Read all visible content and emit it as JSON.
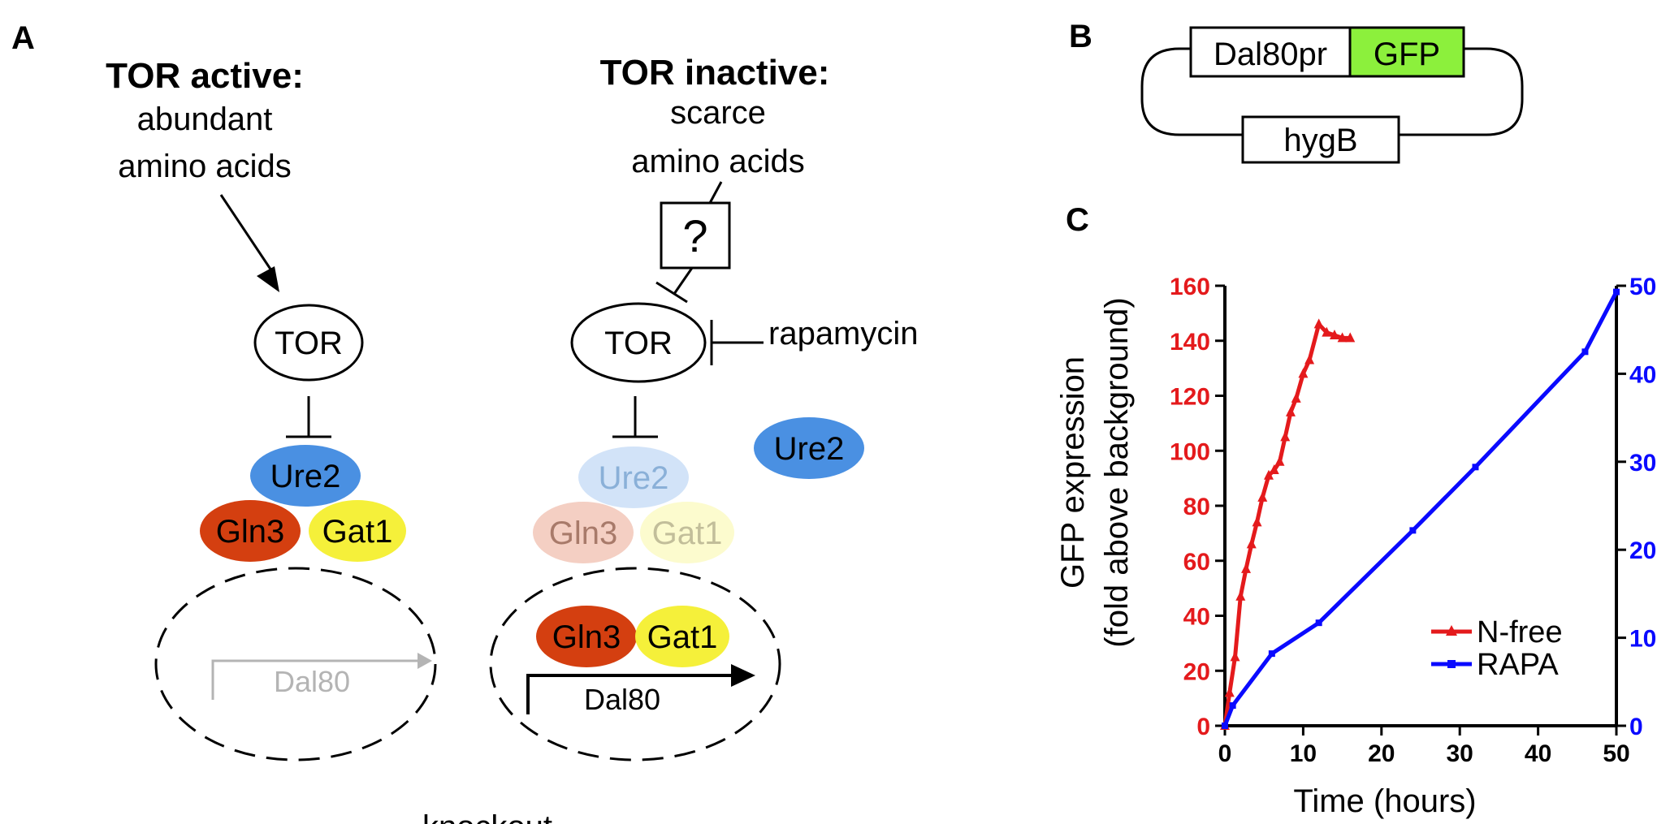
{
  "panels": {
    "a": "A",
    "b": "B",
    "c": "C"
  },
  "tor_active": {
    "title": "TOR active:",
    "line1": "abundant",
    "line2": "amino acids",
    "tor": "TOR",
    "ure2": "Ure2",
    "gln3": "Gln3",
    "gat1": "Gat1",
    "gene": "Dal80"
  },
  "tor_inactive": {
    "title": "TOR inactive:",
    "line1": "scarce",
    "line2": "amino acids",
    "question": "?",
    "tor": "TOR",
    "inhibitor": "rapamycin",
    "ure2_faded": "Ure2",
    "gln3_faded": "Gln3",
    "gat1_faded": "Gat1",
    "ure2_free": "Ure2",
    "gln3": "Gln3",
    "gat1": "Gat1",
    "gene": "Dal80"
  },
  "bottom_text": "knockout",
  "plasmid": {
    "promoter": "Dal80pr",
    "reporter": "GFP",
    "marker": "hygB"
  },
  "colors": {
    "ure2": "#4a90e2",
    "gln3": "#d43f10",
    "gat1": "#f5f03a",
    "gfp": "#8cf03c",
    "nfree": "#e41a1c",
    "rapa": "#0a0aff"
  },
  "chart_data": {
    "type": "line",
    "xlabel": "Time (hours)",
    "ylabel_line1": "GFP expression",
    "ylabel_line2": "(fold above background)",
    "xlim": [
      0,
      50
    ],
    "ylim_left": [
      0,
      160
    ],
    "ylim_right": [
      0,
      50
    ],
    "x_ticks": [
      0,
      10,
      20,
      30,
      40,
      50
    ],
    "y_left_ticks": [
      0,
      20,
      40,
      60,
      80,
      100,
      120,
      140,
      160
    ],
    "y_right_ticks": [
      0,
      10,
      20,
      30,
      40,
      50
    ],
    "legend_position": "bottom-right",
    "series": [
      {
        "name": "N-free",
        "axis": "left",
        "marker": "triangle",
        "x": [
          0,
          0.6,
          1.3,
          2,
          2.7,
          3.4,
          4.1,
          4.8,
          5.6,
          6.3,
          7,
          7.7,
          8.4,
          9.1,
          10,
          10.8,
          12,
          13,
          14,
          15,
          16
        ],
        "y": [
          0,
          12,
          25,
          47,
          57,
          66,
          74,
          83,
          91,
          93,
          96,
          105,
          114,
          119,
          128,
          133,
          146,
          143,
          142,
          141,
          141
        ]
      },
      {
        "name": "RAPA",
        "axis": "right",
        "marker": "square",
        "x": [
          0,
          1,
          6,
          12,
          24,
          32,
          46,
          50
        ],
        "y": [
          0,
          2.3,
          8.2,
          11.7,
          22.2,
          29.4,
          42.5,
          49.3
        ]
      }
    ]
  }
}
